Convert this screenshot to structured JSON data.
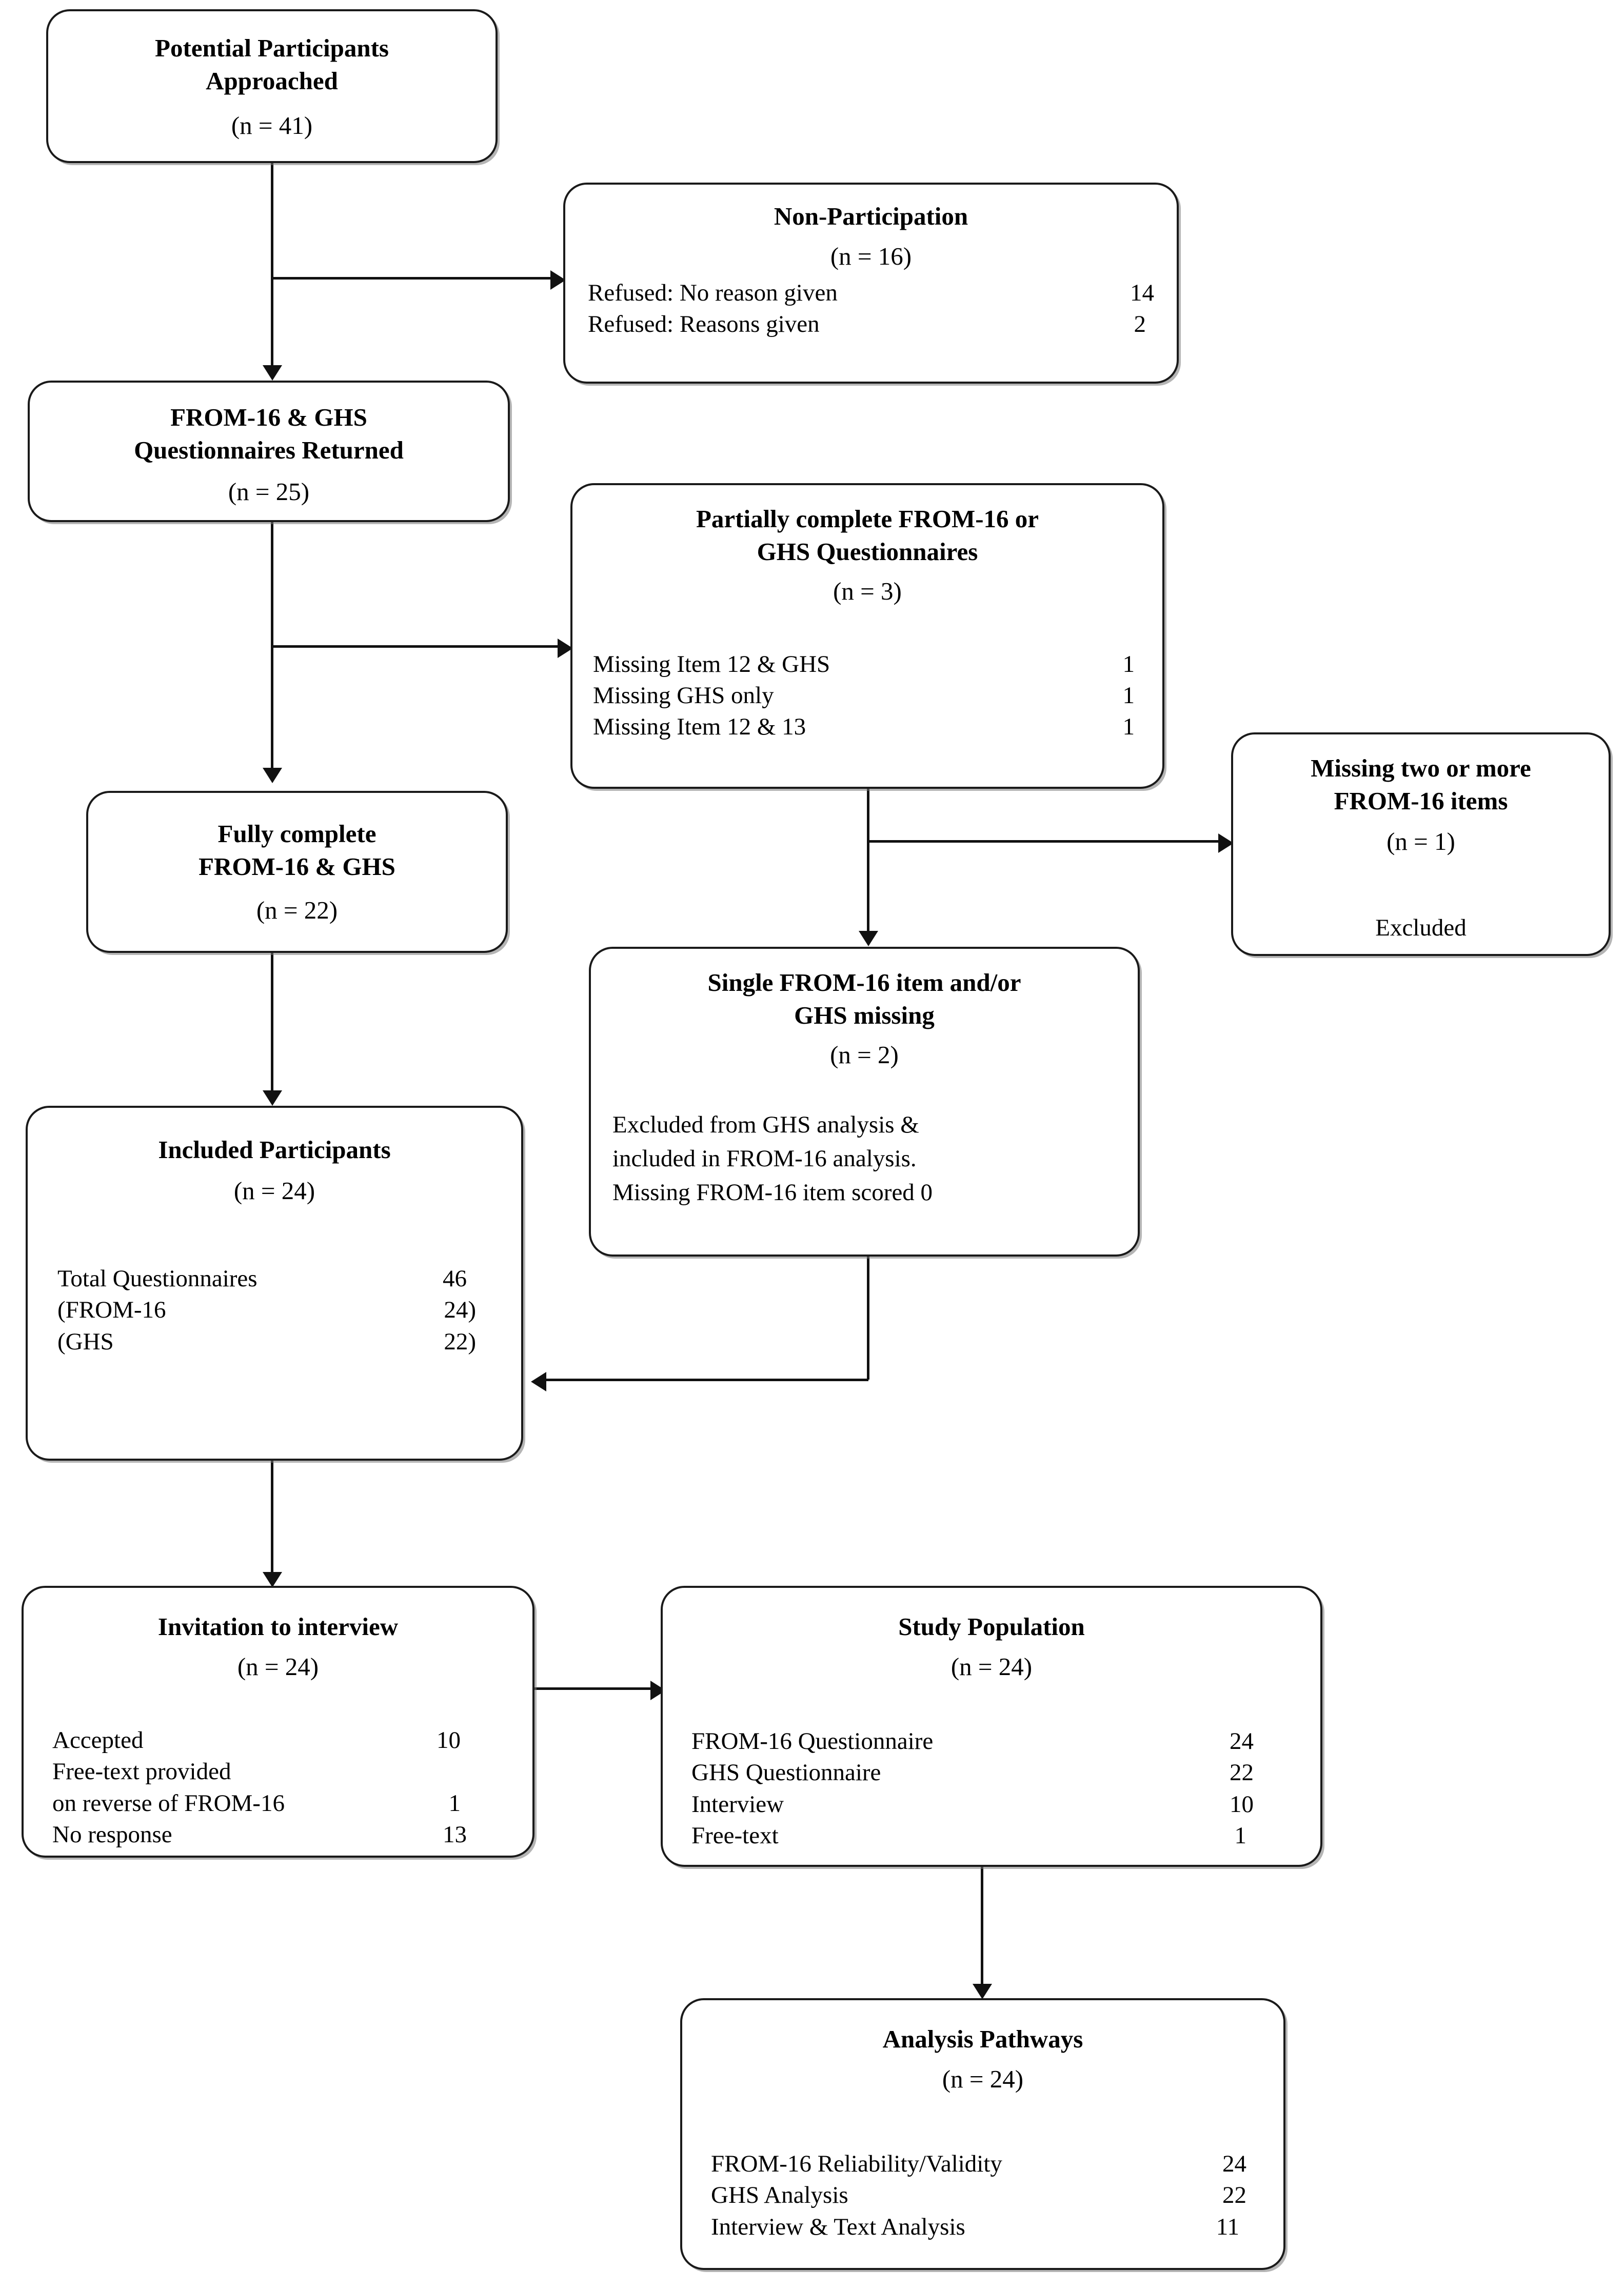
{
  "diagram": {
    "type": "participant-flow-diagram",
    "nodes": {
      "approached": {
        "title": "Potential Participants\nApproached",
        "count": "(n = 41)"
      },
      "non_participation": {
        "title": "Non-Participation",
        "count": "(n = 16)",
        "rows": [
          {
            "label": "Refused: No reason given",
            "value": "14"
          },
          {
            "label": "Refused: Reasons given",
            "value": "2"
          }
        ]
      },
      "returned": {
        "title": "FROM-16 & GHS\nQuestionnaires Returned",
        "count": "(n = 25)"
      },
      "partially_complete": {
        "title": "Partially complete FROM-16 or\nGHS Questionnaires",
        "count": "(n = 3)",
        "rows": [
          {
            "label": "Missing Item 12 & GHS",
            "value": "1"
          },
          {
            "label": "Missing GHS only",
            "value": "1"
          },
          {
            "label": "Missing Item 12 & 13",
            "value": "1"
          }
        ]
      },
      "fully_complete": {
        "title": "Fully complete\nFROM-16 & GHS",
        "count": "(n = 22)"
      },
      "missing_two_or_more": {
        "title": "Missing two or more\nFROM-16 items",
        "count": "(n = 1)",
        "note": "Excluded"
      },
      "single_missing": {
        "title": "Single FROM-16 item and/or\nGHS missing",
        "count": "(n = 2)",
        "body": [
          "Excluded from GHS analysis &",
          "included in FROM-16 analysis.",
          "Missing FROM-16 item scored 0"
        ]
      },
      "included_participants": {
        "title": "Included Participants",
        "count": "(n = 24)",
        "rows": [
          {
            "label": "Total Questionnaires",
            "value": "46"
          },
          {
            "label": "(FROM-16",
            "value": "24)"
          },
          {
            "label": "(GHS",
            "value": "22)"
          }
        ]
      },
      "invitation": {
        "title": "Invitation to interview",
        "count": "(n = 24)",
        "rows": [
          {
            "label": "Accepted",
            "value": "10"
          },
          {
            "label": "Free-text provided",
            "value": ""
          },
          {
            "label": "on reverse of FROM-16",
            "value": "1"
          },
          {
            "label": "No response",
            "value": "13"
          }
        ]
      },
      "study_population": {
        "title": "Study Population",
        "count": "(n = 24)",
        "rows": [
          {
            "label": "FROM-16 Questionnaire",
            "value": "24"
          },
          {
            "label": "GHS Questionnaire",
            "value": "22"
          },
          {
            "label": "Interview",
            "value": "10"
          },
          {
            "label": "Free-text",
            "value": "1"
          }
        ]
      },
      "analysis_pathways": {
        "title": "Analysis Pathways",
        "count": "(n = 24)",
        "rows": [
          {
            "label": "FROM-16 Reliability/Validity",
            "value": "24"
          },
          {
            "label": "GHS Analysis",
            "value": "22"
          },
          {
            "label": "Interview & Text Analysis",
            "value": "11"
          }
        ]
      }
    },
    "colors": {
      "border": "#1a1a1a",
      "connector": "#111111",
      "background": "#ffffff",
      "text": "#000000"
    }
  }
}
